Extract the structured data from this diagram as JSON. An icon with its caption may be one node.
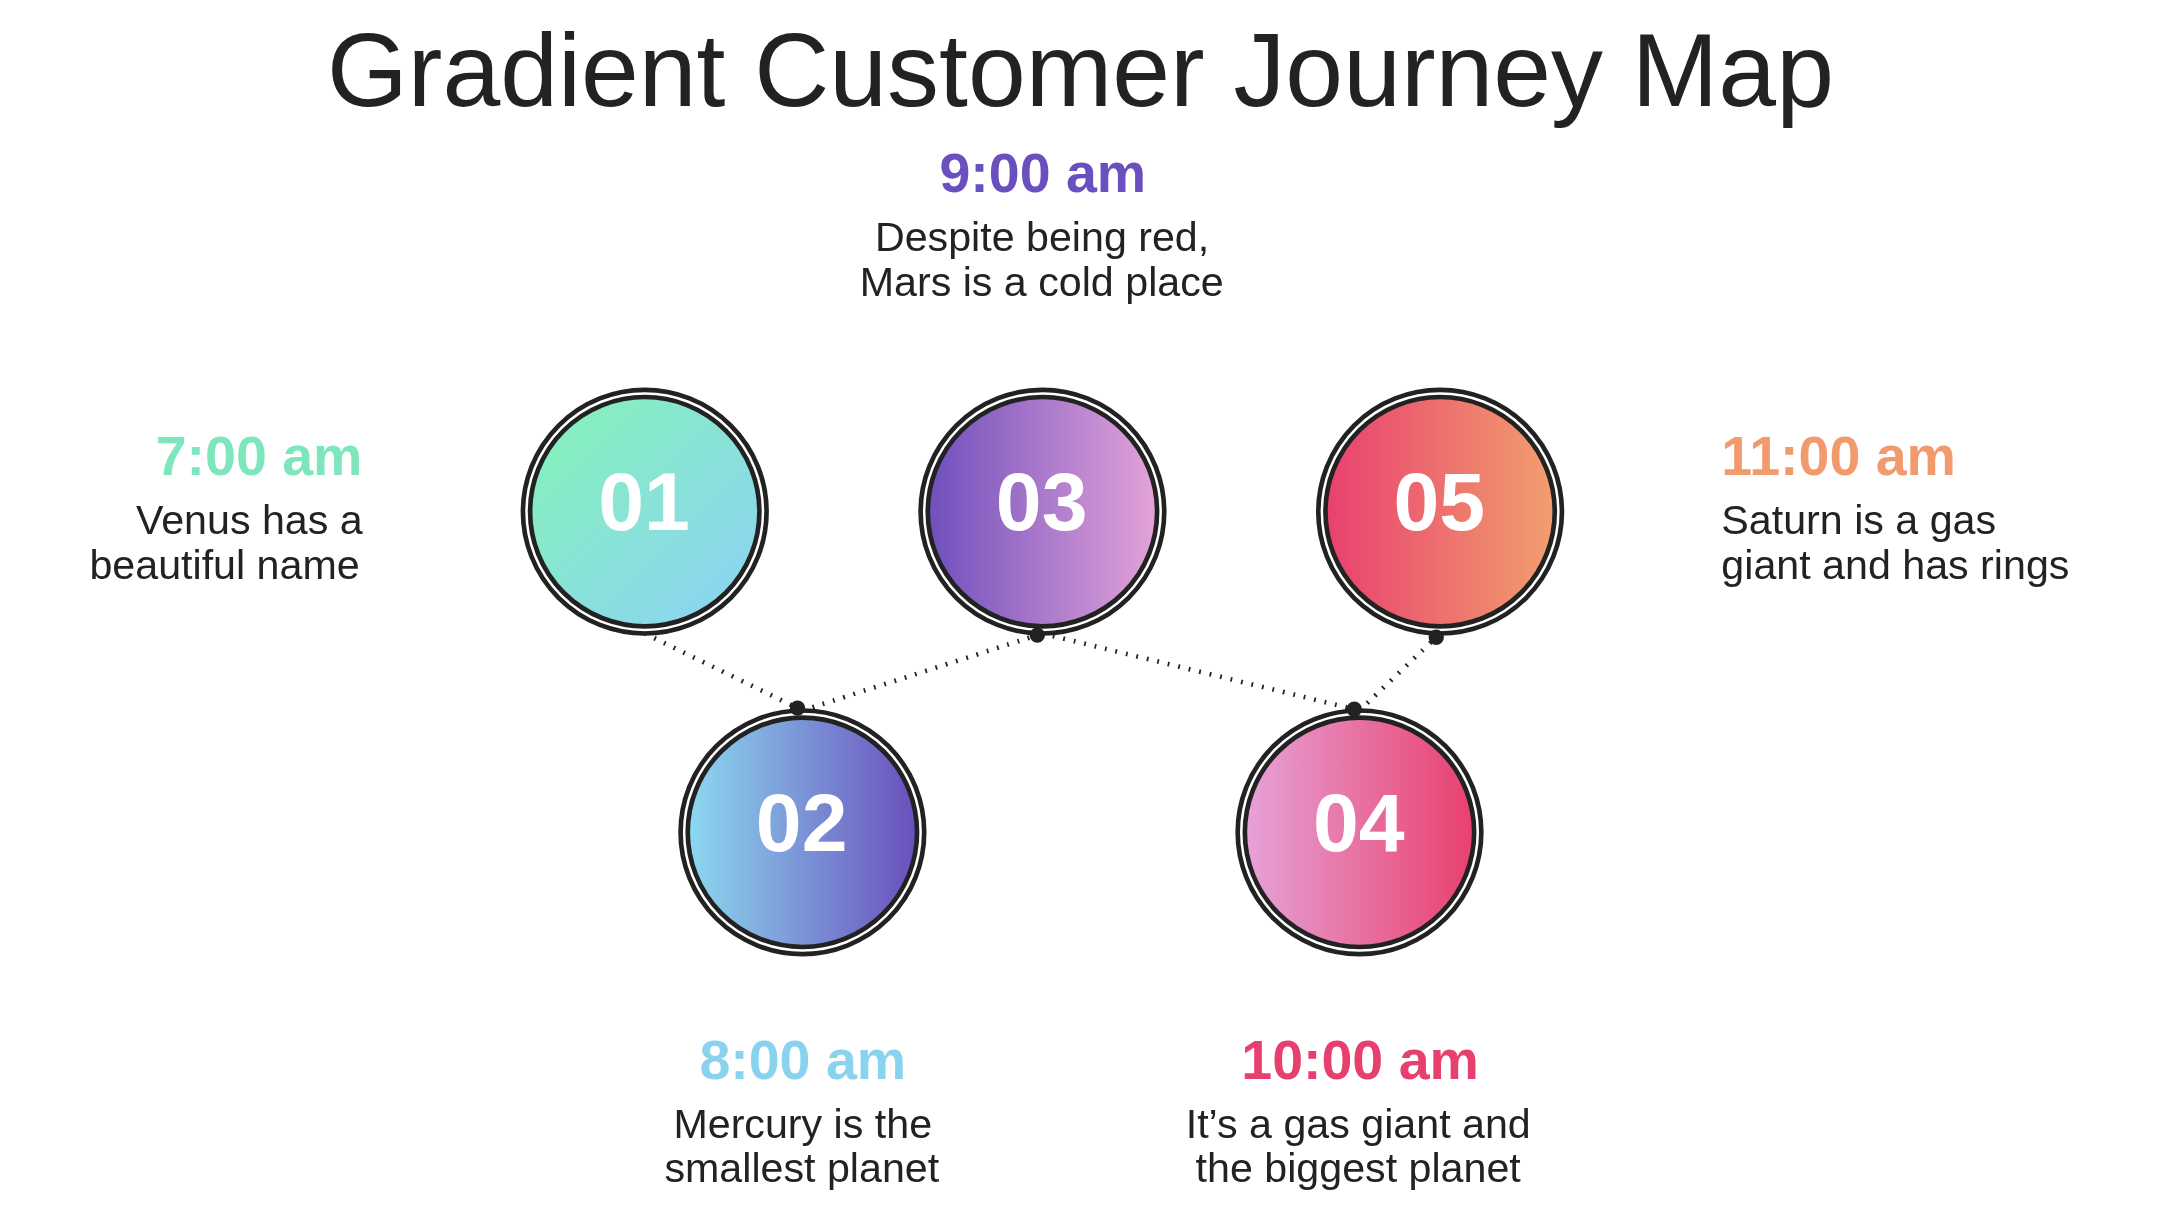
{
  "diagram": {
    "title": "Gradient Customer Journey Map",
    "nodes": [
      {
        "text": [
          "01"
        ],
        "beside": [
          "7:00 am",
          "Venus has a beautiful name"
        ]
      },
      {
        "text": [
          "02"
        ],
        "beside": [
          "8:00 am",
          "Mercury is the smallest planet"
        ]
      },
      {
        "text": [
          "03"
        ],
        "beside": [
          "9:00 am",
          "Despite being red, Mars is a cold place"
        ]
      },
      {
        "text": [
          "04"
        ],
        "beside": [
          "10:00 am",
          "It’s a gas giant and the biggest planet"
        ]
      },
      {
        "text": [
          "05"
        ],
        "beside": [
          "11:00 am",
          "Saturn is a gas giant and has rings"
        ]
      }
    ],
    "edges": [
      {
        "from": 0,
        "to": 1,
        "arrow": "other"
      },
      {
        "from": 1,
        "to": 2,
        "arrow": "other"
      },
      {
        "from": 2,
        "to": 3,
        "arrow": "other"
      },
      {
        "from": 3,
        "to": 4,
        "arrow": "other"
      }
    ]
  }
}
